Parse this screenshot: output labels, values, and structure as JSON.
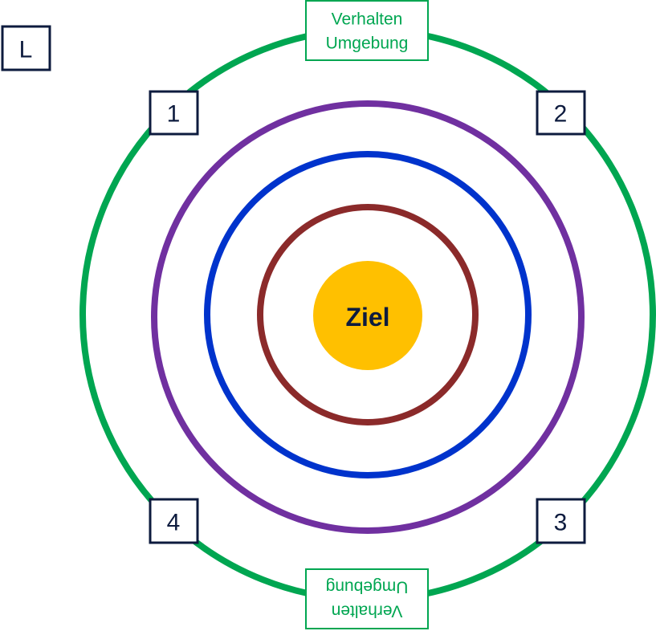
{
  "diagram": {
    "center_label": "Ziel",
    "corner_label": "L",
    "quadrant_labels": [
      "1",
      "2",
      "3",
      "4"
    ],
    "environment_label": {
      "line1": "Verhalten",
      "line2": "Umgebung"
    }
  },
  "colors": {
    "outer_ring": "#00a651",
    "purple_ring": "#7030a0",
    "blue_ring": "#0033cc",
    "red_ring": "#8b2a2a",
    "center_circle": "#ffc000",
    "center_text": "#0d1b3e",
    "box_border": "#0d1b3e",
    "env_text": "#00a651"
  }
}
